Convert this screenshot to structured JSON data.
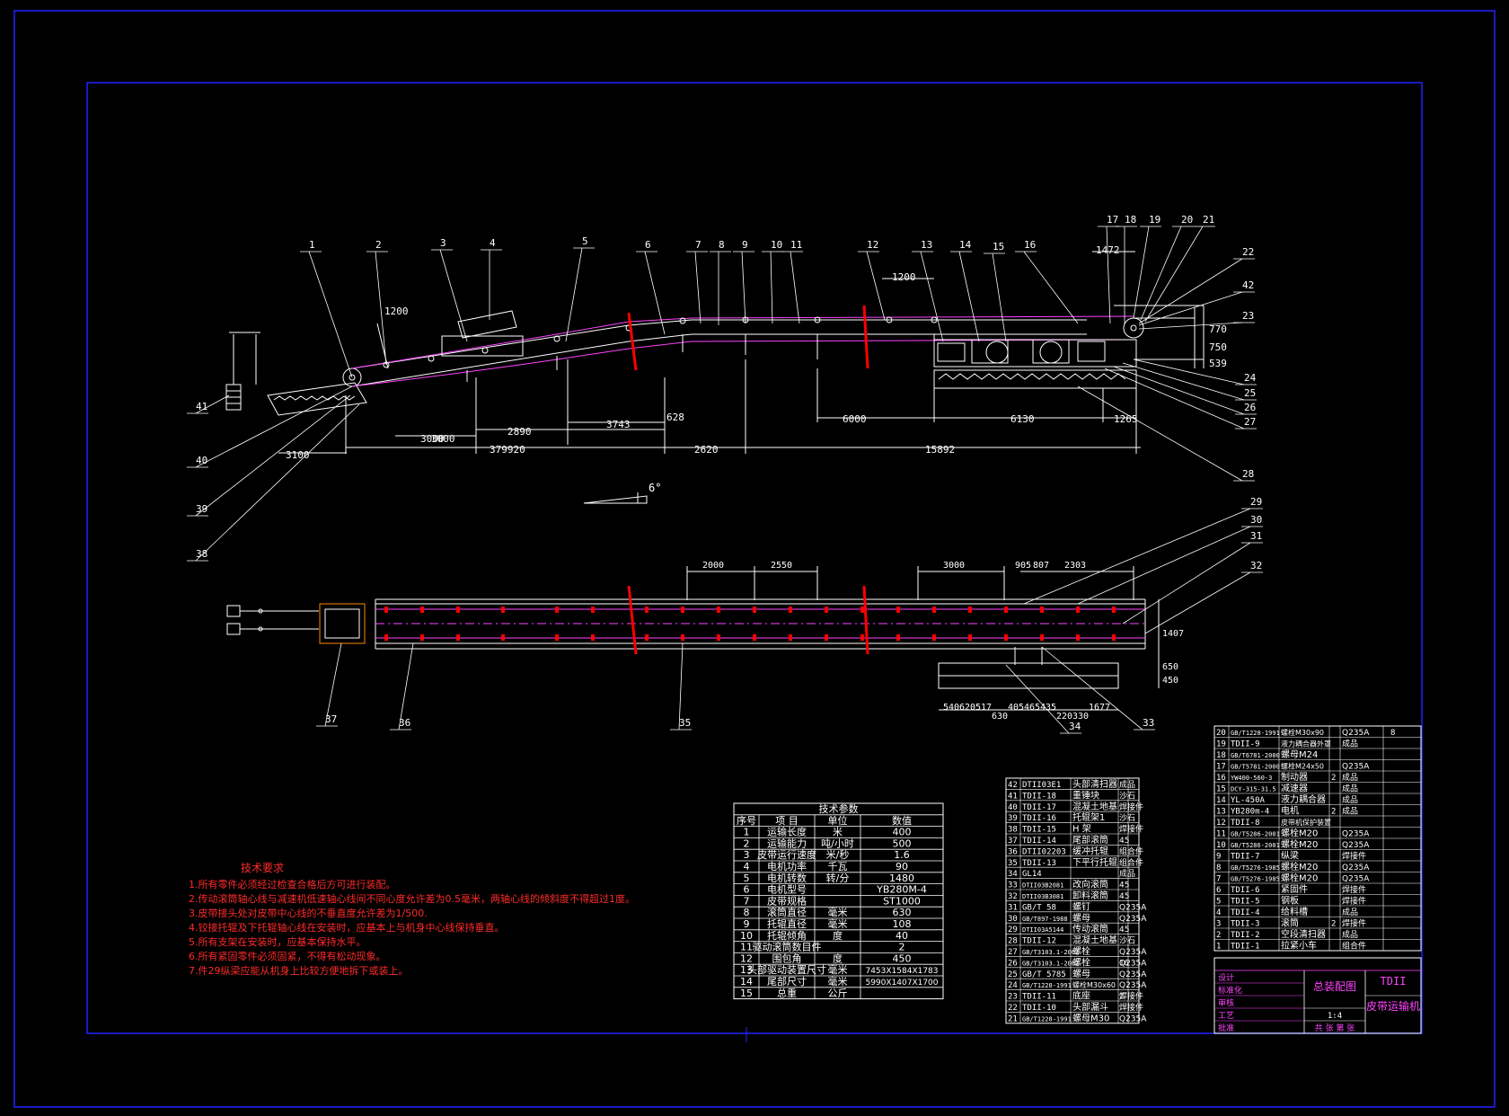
{
  "colors": {
    "background": "#000000",
    "frame": "#2222ff",
    "geometry": "#ffffff",
    "belt": "#ff44ff",
    "requirements": "#ff2a2a",
    "idlers": "#ff0000"
  },
  "balloons": [
    "1",
    "2",
    "3",
    "4",
    "5",
    "6",
    "7",
    "8",
    "9",
    "10",
    "11",
    "12",
    "13",
    "14",
    "15",
    "16",
    "17",
    "18",
    "19",
    "20",
    "21",
    "22",
    "42",
    "23",
    "24",
    "25",
    "26",
    "27",
    "28",
    "29",
    "30",
    "31",
    "32",
    "33",
    "34",
    "35",
    "36",
    "37",
    "38",
    "39",
    "40",
    "41"
  ],
  "elevation_dims": [
    "1200",
    "1200",
    "1472",
    "770",
    "750",
    "539",
    "3000",
    "2890",
    "3743",
    "628",
    "3100",
    "3000",
    "379920",
    "2620",
    "15892",
    "6000",
    "6130",
    "1265"
  ],
  "slope_angle": "6°",
  "plan_dims": [
    "2000",
    "2550",
    "3000",
    "905",
    "807",
    "2303",
    "1407",
    "650",
    "450",
    "540",
    "620",
    "517",
    "630",
    "405",
    "465",
    "435",
    "220",
    "330",
    "1677"
  ],
  "tech_params": {
    "title": "技术参数",
    "headers": [
      "序号",
      "项 目",
      "单位",
      "数值"
    ],
    "rows": [
      [
        "1",
        "运输长度",
        "米",
        "400"
      ],
      [
        "2",
        "运输能力",
        "吨/小时",
        "500"
      ],
      [
        "3",
        "皮带运行速度",
        "米/秒",
        "1.6"
      ],
      [
        "4",
        "电机功率",
        "千瓦",
        "90"
      ],
      [
        "5",
        "电机转数",
        "转/分",
        "1480"
      ],
      [
        "6",
        "电机型号",
        "",
        "YB280M-4"
      ],
      [
        "7",
        "皮带规格",
        "",
        "ST1000"
      ],
      [
        "8",
        "滚筒直径",
        "毫米",
        "630"
      ],
      [
        "9",
        "托辊直径",
        "毫米",
        "108"
      ],
      [
        "10",
        "托辊倾角",
        "度",
        "40"
      ],
      [
        "11",
        "驱动滚筒数目件",
        "",
        "2"
      ],
      [
        "12",
        "围包角",
        "度",
        "450"
      ],
      [
        "13",
        "头部驱动装置尺寸",
        "毫米",
        "7453X1584X1783"
      ],
      [
        "14",
        "尾部尺寸",
        "毫米",
        "5990X1407X1700"
      ],
      [
        "15",
        "总重",
        "公斤",
        ""
      ]
    ]
  },
  "requirements": {
    "title": "技术要求",
    "items": [
      "1.所有零件必须经过检查合格后方可进行装配。",
      "2.传动滚筒轴心线与减速机低速轴心线间不同心度允许差为0.5毫米，两轴心线的倾斜度不得超过1度。",
      "3.皮带接头处对皮带中心线的不垂直度允许差为1/500.",
      "4.铰接托辊及下托辊轴心线在安装时，应基本上与机身中心线保持垂直。",
      "5.所有支架在安装时，应基本保持水平。",
      "6.所有紧固零件必须固紧，不得有松动现象。",
      "7.件29纵梁应能从机身上比较方便地拆下或装上。"
    ]
  },
  "bom_lower": [
    [
      "42",
      "DTII03E1",
      "头部清扫器",
      "",
      "成品"
    ],
    [
      "41",
      "TDII-18",
      "重锤块",
      "",
      "沙石"
    ],
    [
      "40",
      "TDII-17",
      "混凝土地基",
      "",
      "焊接件"
    ],
    [
      "39",
      "TDII-16",
      "托辊架1",
      "",
      "沙石"
    ],
    [
      "38",
      "TDII-15",
      "H 架",
      "",
      "焊接件"
    ],
    [
      "37",
      "TDII-14",
      "尾部滚筒",
      "",
      "45"
    ],
    [
      "36",
      "DTII02203",
      "缓冲托辊",
      "",
      "组合件"
    ],
    [
      "35",
      "TDII-13",
      "下平行托辊",
      "",
      "组合件"
    ],
    [
      "34",
      "GL14",
      "",
      "",
      "成品"
    ],
    [
      "33",
      "DTII03B2081",
      "改向滚筒",
      "",
      "45"
    ],
    [
      "32",
      "DTII03B3081",
      "卸料滚筒",
      "",
      "45"
    ],
    [
      "31",
      "GB/T 58",
      "螺钉",
      "",
      "Q235A"
    ],
    [
      "30",
      "GB/T897-1988",
      "螺母",
      "",
      "Q235A"
    ],
    [
      "29",
      "DTII03A5144",
      "传动滚筒",
      "",
      "45"
    ],
    [
      "28",
      "TDII-12",
      "混凝土地基",
      "",
      "沙石"
    ],
    [
      "27",
      "GB/T3103.1-2002",
      "螺栓",
      "",
      "Q235A"
    ],
    [
      "26",
      "GB/T3103.1-2002",
      "螺栓",
      "16",
      "Q235A"
    ],
    [
      "25",
      "GB/T 5785",
      "螺母",
      "",
      "Q235A"
    ],
    [
      "24",
      "GB/T1228-1991",
      "螺栓M30x60",
      "",
      "Q235A"
    ],
    [
      "23",
      "TDII-11",
      "底座",
      "2",
      "焊接件"
    ],
    [
      "22",
      "TDII-10",
      "头部漏斗",
      "",
      "焊接件"
    ],
    [
      "21",
      "GB/T1228-1991",
      "螺母M30",
      "",
      "Q235A"
    ]
  ],
  "bom_upper": [
    [
      "20",
      "GB/T1228-1991",
      "螺栓M30x90",
      "",
      "Q235A",
      "8"
    ],
    [
      "19",
      "TDII-9",
      "液力耦合器外罩",
      "",
      "成品",
      ""
    ],
    [
      "18",
      "GB/T6781-2000",
      "螺母M24",
      "",
      "",
      ""
    ],
    [
      "17",
      "GB/T5781-2000",
      "螺栓M24x50",
      "",
      "Q235A",
      ""
    ],
    [
      "16",
      "YW400-560-3",
      "制动器",
      "2",
      "成品",
      ""
    ],
    [
      "15",
      "DCY-315-31.5",
      "减速器",
      "",
      "成品",
      ""
    ],
    [
      "14",
      "YL-450A",
      "液力耦合器",
      "",
      "成品",
      ""
    ],
    [
      "13",
      "YB280m-4",
      "电机",
      "2",
      "成品",
      ""
    ],
    [
      "12",
      "TDII-8",
      "皮带机保护装置",
      "",
      "",
      ""
    ],
    [
      "11",
      "GB/T5286-2001",
      "螺栓M20",
      "",
      "Q235A",
      ""
    ],
    [
      "10",
      "GB/T5286-2001",
      "螺栓M20",
      "",
      "Q235A",
      ""
    ],
    [
      "9",
      "TDII-7",
      "纵梁",
      "",
      "焊接件",
      ""
    ],
    [
      "8",
      "GB/T5276-1985",
      "螺栓M20",
      "",
      "Q235A",
      ""
    ],
    [
      "7",
      "GB/T5276-1985",
      "螺栓M20",
      "",
      "Q235A",
      ""
    ],
    [
      "6",
      "TDII-6",
      "紧固件",
      "",
      "焊接件",
      ""
    ],
    [
      "5",
      "TDII-5",
      "钢板",
      "",
      "焊接件",
      ""
    ],
    [
      "4",
      "TDII-4",
      "给料槽",
      "",
      "成品",
      ""
    ],
    [
      "3",
      "TDII-3",
      "滚筒",
      "2",
      "焊接件",
      ""
    ],
    [
      "2",
      "TDII-2",
      "空段清扫器",
      "",
      "成品",
      ""
    ],
    [
      "1",
      "TDII-1",
      "拉紧小车",
      "",
      "组合件",
      ""
    ]
  ],
  "title_block": {
    "drawing_name": "总装配图",
    "code": "TDII",
    "product": "皮带运输机",
    "row_labels": [
      "设计",
      "标准化",
      "审核",
      "工艺",
      "批准"
    ],
    "sheet": "共 张 第 张",
    "scale": "1:4"
  }
}
